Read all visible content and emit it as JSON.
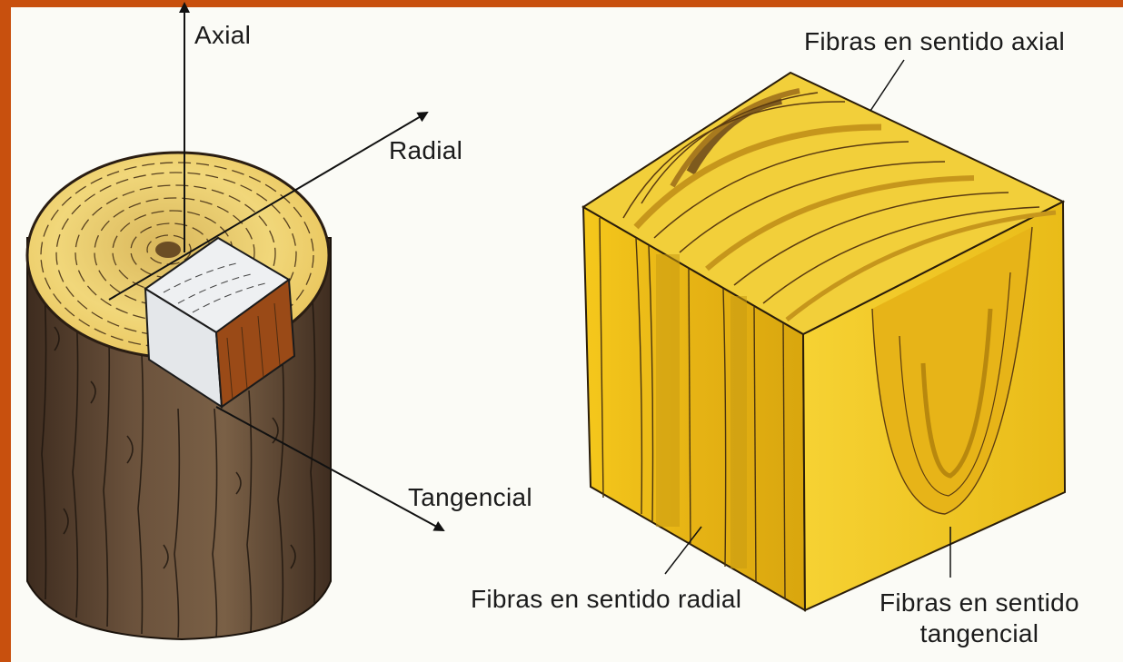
{
  "colors": {
    "frame": "#c8500e",
    "paper": "#fbfbf6",
    "bark": "#5a4330",
    "wood_light": "#f2d36a",
    "wood_dark": "#b88a22",
    "cube_face": "#f0c41e",
    "heartwood": "#a7521c"
  },
  "labels": {
    "axial": "Axial",
    "radial": "Radial",
    "tangencial": "Tangencial",
    "fibras_axial": "Fibras en sentido axial",
    "fibras_radial": "Fibras en sentido radial",
    "fibras_tangencial_1": "Fibras en sentido",
    "fibras_tangencial_2": "tangencial"
  }
}
